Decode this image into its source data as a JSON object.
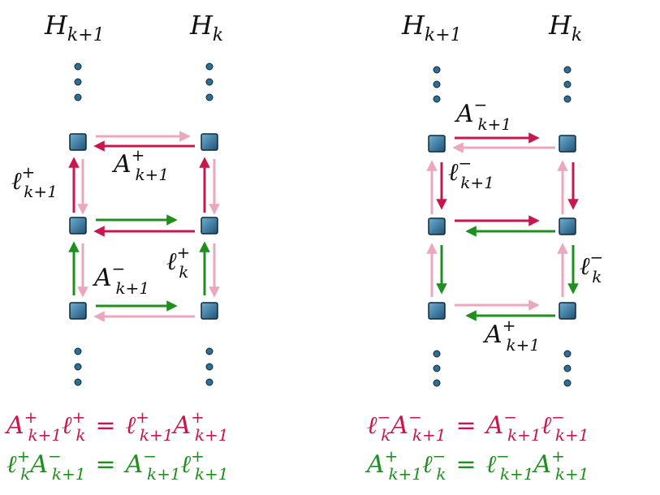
{
  "colors": {
    "red": "#c8174d",
    "pink": "#eba7bd",
    "green": "#1f8f1f",
    "node_fill": "#2f6e94",
    "node_stroke": "#0d2a3a",
    "dot_fill": "#2f6e94"
  },
  "left": {
    "col_head_a": {
      "base": "H",
      "sub": "k+1"
    },
    "col_head_b": {
      "base": "H",
      "sub": "k"
    },
    "lbl_A_plus": {
      "base": "A",
      "sup": "+",
      "sub": "k+1"
    },
    "lbl_l_plus_k1": {
      "base": "ℓ",
      "sup": "+",
      "sub": "k+1"
    },
    "lbl_A_minus": {
      "base": "A",
      "sup": "−",
      "sub": "k+1"
    },
    "lbl_l_plus_k": {
      "base": "ℓ",
      "sup": "+",
      "sub": "k"
    },
    "eq1": {
      "lhs_1": "A",
      "lhs_1_sup": "+",
      "lhs_1_sub": "k+1",
      "lhs_2": "ℓ",
      "lhs_2_sup": "+",
      "lhs_2_sub": "k",
      "eq": "=",
      "rhs_1": "ℓ",
      "rhs_1_sup": "+",
      "rhs_1_sub": "k+1",
      "rhs_2": "A",
      "rhs_2_sup": "+",
      "rhs_2_sub": "k+1"
    },
    "eq2": {
      "lhs_1": "ℓ",
      "lhs_1_sup": "+",
      "lhs_1_sub": "k",
      "lhs_2": "A",
      "lhs_2_sup": "−",
      "lhs_2_sub": "k+1",
      "eq": "=",
      "rhs_1": "A",
      "rhs_1_sup": "−",
      "rhs_1_sub": "k+1",
      "rhs_2": "ℓ",
      "rhs_2_sup": "+",
      "rhs_2_sub": "k+1"
    }
  },
  "right": {
    "col_head_a": {
      "base": "H",
      "sub": "k+1"
    },
    "col_head_b": {
      "base": "H",
      "sub": "k"
    },
    "lbl_A_minus": {
      "base": "A",
      "sup": "−",
      "sub": "k+1"
    },
    "lbl_l_minus_k1": {
      "base": "ℓ",
      "sup": "−",
      "sub": "k+1"
    },
    "lbl_l_minus_k": {
      "base": "ℓ",
      "sup": "−",
      "sub": "k"
    },
    "lbl_A_plus": {
      "base": "A",
      "sup": "+",
      "sub": "k+1"
    },
    "eq1": {
      "lhs_1": "ℓ",
      "lhs_1_sup": "−",
      "lhs_1_sub": "k",
      "lhs_2": "A",
      "lhs_2_sup": "−",
      "lhs_2_sub": "k+1",
      "eq": "=",
      "rhs_1": "A",
      "rhs_1_sup": "−",
      "rhs_1_sub": "k+1",
      "rhs_2": "ℓ",
      "rhs_2_sup": "−",
      "rhs_2_sub": "k+1"
    },
    "eq2": {
      "lhs_1": "A",
      "lhs_1_sup": "+",
      "lhs_1_sub": "k+1",
      "lhs_2": "ℓ",
      "lhs_2_sup": "−",
      "lhs_2_sub": "k",
      "eq": "=",
      "rhs_1": "ℓ",
      "rhs_1_sup": "−",
      "rhs_1_sub": "k+1",
      "rhs_2": "A",
      "rhs_2_sup": "+",
      "rhs_2_sub": "k+1"
    }
  }
}
